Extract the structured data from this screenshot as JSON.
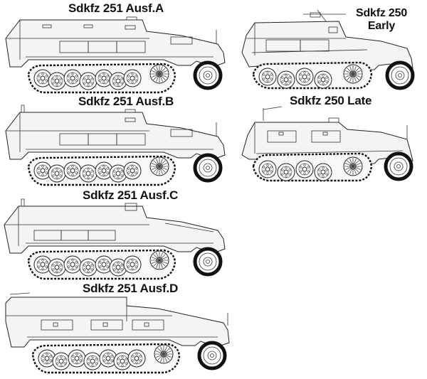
{
  "figure": {
    "title": "",
    "background": "#ffffff",
    "line_color": "#222222"
  },
  "vehicles": [
    {
      "id": "251a",
      "label": "Sdkfz 251 Ausf.A",
      "label_lines": [
        "Sdkfz 251 Ausf.A"
      ]
    },
    {
      "id": "250early",
      "label": "Sdkfz 250 Early",
      "label_lines": [
        "Sdkfz 250",
        "Early"
      ]
    },
    {
      "id": "251b",
      "label": "Sdkfz 251 Ausf.B",
      "label_lines": [
        "Sdkfz 251 Ausf.B"
      ]
    },
    {
      "id": "250late",
      "label": "Sdkfz 250 Late",
      "label_lines": [
        "Sdkfz 250 Late"
      ]
    },
    {
      "id": "251c",
      "label": "Sdkfz 251 Ausf.C",
      "label_lines": [
        "Sdkfz 251 Ausf.C"
      ]
    },
    {
      "id": "251d",
      "label": "Sdkfz 251 Ausf.D",
      "label_lines": [
        "Sdkfz 251 Ausf.D"
      ]
    }
  ]
}
